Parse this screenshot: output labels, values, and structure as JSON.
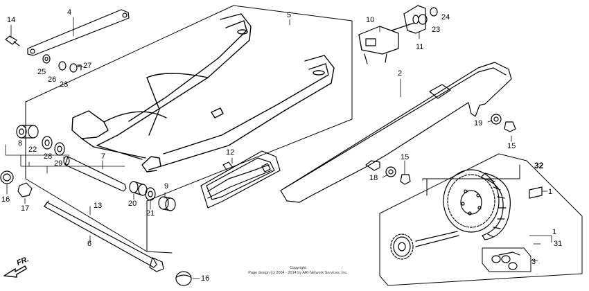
{
  "parts": {
    "p1": "1",
    "p1b": "1",
    "p3": "3",
    "p5": "5",
    "p6": "6",
    "p7": "7",
    "p8": "8",
    "p9": "9",
    "p10": "10",
    "p11": "11",
    "p12": "12",
    "p13": "13",
    "p14": "14",
    "p15a": "15",
    "p15b": "15",
    "p16a": "16",
    "p16b": "16",
    "p17": "17",
    "p18": "18",
    "p19": "19",
    "p20": "20",
    "p21": "21",
    "p22": "22",
    "p23a": "23",
    "p23b": "23",
    "p24": "24",
    "p25": "25",
    "p26": "26",
    "p27": "27",
    "p28": "28",
    "p29": "29",
    "p31": "31",
    "p32": "32",
    "p2": "2",
    "p4": "4"
  },
  "direction_label": "FR.",
  "copyright": {
    "line1": "Copyright",
    "line2": "Page design (c) 2004 - 2014 by ARI Network Services, Inc."
  }
}
